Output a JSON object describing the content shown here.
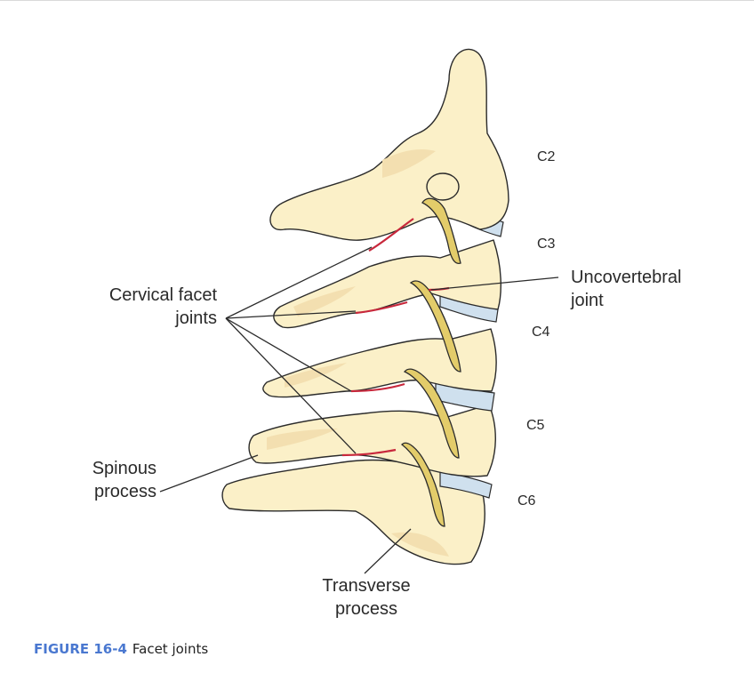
{
  "figure": {
    "caption_number": "FIGURE 16-4",
    "caption_text": "Facet joints"
  },
  "labels": {
    "cervical_facet_joints_line1": "Cervical facet",
    "cervical_facet_joints_line2": "joints",
    "uncovertebral_line1": "Uncovertebral",
    "uncovertebral_line2": "joint",
    "spinous_line1": "Spinous",
    "spinous_line2": "process",
    "transverse_line1": "Transverse",
    "transverse_line2": "process"
  },
  "vertebrae": [
    "C2",
    "C3",
    "C4",
    "C5",
    "C6"
  ],
  "colors": {
    "bone": "#fbf0c8",
    "bone_shade": "#f3dfb0",
    "artery": "#e3cc6a",
    "disc": "#cfe0ee",
    "joint": "#c8283c",
    "outline": "#2b2b2b"
  }
}
